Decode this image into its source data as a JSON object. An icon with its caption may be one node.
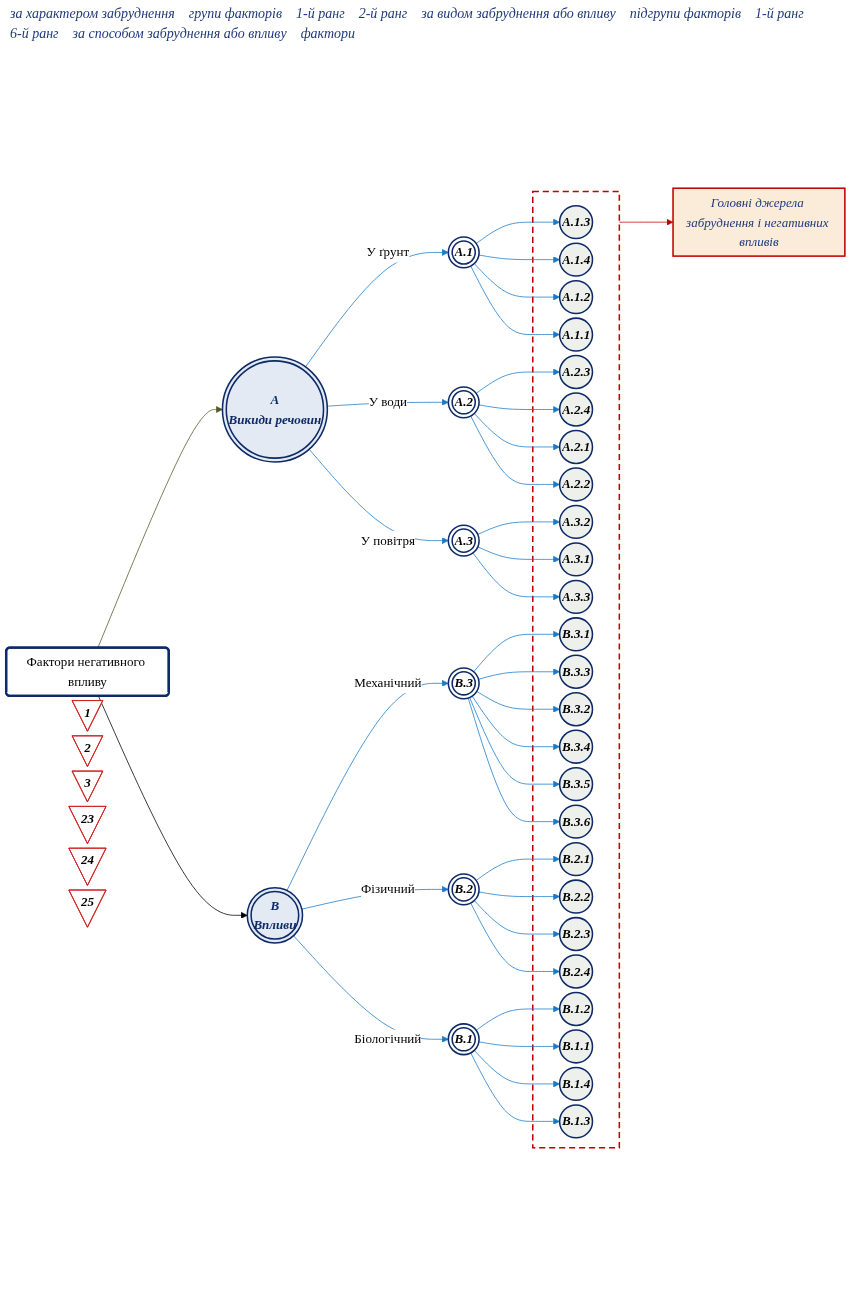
{
  "diagram": {
    "nodes": [
      {
        "text": [
          "Фактори негативного впливу"
        ]
      },
      {
        "text": [
          "A",
          "Викиди речовин"
        ]
      },
      {
        "text": [
          "B",
          "Впливи"
        ]
      },
      {
        "text": [
          "A.1"
        ]
      },
      {
        "text": [
          "A.2"
        ]
      },
      {
        "text": [
          "A.3"
        ]
      },
      {
        "text": [
          "B.3"
        ]
      },
      {
        "text": [
          "B.2"
        ]
      },
      {
        "text": [
          "B.1"
        ]
      },
      {
        "text": [],
        "shape": "box"
      },
      {
        "text": [
          "A.1.3"
        ],
        "in": 9
      },
      {
        "text": [
          "A.1.4"
        ],
        "in": 9
      },
      {
        "text": [
          "A.1.2"
        ],
        "in": 9
      },
      {
        "text": [
          "A.1.1"
        ],
        "in": 9
      },
      {
        "text": [
          "A.2.3"
        ],
        "in": 9
      },
      {
        "text": [
          "A.2.4"
        ],
        "in": 9
      },
      {
        "text": [
          "A.2.1"
        ],
        "in": 9
      },
      {
        "text": [
          "A.2.2"
        ],
        "in": 9
      },
      {
        "text": [
          "A.3.2"
        ],
        "in": 9
      },
      {
        "text": [
          "A.3.1"
        ],
        "in": 9
      },
      {
        "text": [
          "A.3.3"
        ],
        "in": 9
      },
      {
        "text": [
          "B.3.1"
        ],
        "in": 9
      },
      {
        "text": [
          "B.3.3"
        ],
        "in": 9
      },
      {
        "text": [
          "B.3.2"
        ],
        "in": 9
      },
      {
        "text": [
          "B.3.4"
        ],
        "in": 9
      },
      {
        "text": [
          "B.3.5"
        ],
        "in": 9
      },
      {
        "text": [
          "B.3.6"
        ],
        "in": 9
      },
      {
        "text": [
          "B.2.1"
        ],
        "in": 9
      },
      {
        "text": [
          "B.2.2"
        ],
        "in": 9
      },
      {
        "text": [
          "B.2.3"
        ],
        "in": 9
      },
      {
        "text": [
          "B.2.4"
        ],
        "in": 9
      },
      {
        "text": [
          "B.1.2"
        ],
        "in": 9
      },
      {
        "text": [
          "B.1.1"
        ],
        "in": 9
      },
      {
        "text": [
          "B.1.4"
        ],
        "in": 9
      },
      {
        "text": [
          "B.1.3"
        ],
        "in": 9
      },
      {
        "text": [
          "1"
        ]
      },
      {
        "text": [
          "2"
        ]
      },
      {
        "text": [
          "3"
        ]
      },
      {
        "text": [
          "23"
        ]
      },
      {
        "text": [
          "24"
        ]
      },
      {
        "text": [
          "25"
        ]
      },
      {
        "text": [
          "Головні джерела забруднення і негативних впливів"
        ]
      }
    ],
    "edges": [
      {
        "from": 0,
        "to": 1,
        "arrow": "to",
        "color": "#4f5a2a"
      },
      {
        "from": 0,
        "to": 2,
        "arrow": "to",
        "color": "#000000"
      },
      {
        "from": 1,
        "to": 3,
        "arrow": "to",
        "label": "У ґрунт"
      },
      {
        "from": 1,
        "to": 4,
        "arrow": "to",
        "label": "У води"
      },
      {
        "from": 1,
        "to": 5,
        "arrow": "to",
        "label": "У повітря"
      },
      {
        "from": 2,
        "to": 6,
        "arrow": "to",
        "label": "Механічний"
      },
      {
        "from": 2,
        "to": 7,
        "arrow": "to",
        "label": "Фізичний"
      },
      {
        "from": 2,
        "to": 8,
        "arrow": "to",
        "label": "Біологічний"
      },
      {
        "from": 3,
        "to": 10,
        "arrow": "to"
      },
      {
        "from": 3,
        "to": 11,
        "arrow": "to"
      },
      {
        "from": 3,
        "to": 12,
        "arrow": "to"
      },
      {
        "from": 3,
        "to": 13,
        "arrow": "to"
      },
      {
        "from": 4,
        "to": 14,
        "arrow": "to"
      },
      {
        "from": 4,
        "to": 15,
        "arrow": "to"
      },
      {
        "from": 4,
        "to": 16,
        "arrow": "to"
      },
      {
        "from": 4,
        "to": 17,
        "arrow": "to"
      },
      {
        "from": 5,
        "to": 18,
        "arrow": "to"
      },
      {
        "from": 5,
        "to": 19,
        "arrow": "to"
      },
      {
        "from": 5,
        "to": 20,
        "arrow": "to"
      },
      {
        "from": 6,
        "to": 21,
        "arrow": "to"
      },
      {
        "from": 6,
        "to": 22,
        "arrow": "to"
      },
      {
        "from": 6,
        "to": 23,
        "arrow": "to"
      },
      {
        "from": 6,
        "to": 24,
        "arrow": "to"
      },
      {
        "from": 6,
        "to": 25,
        "arrow": "to"
      },
      {
        "from": 6,
        "to": 26,
        "arrow": "to"
      },
      {
        "from": 7,
        "to": 27,
        "arrow": "to"
      },
      {
        "from": 7,
        "to": 28,
        "arrow": "to"
      },
      {
        "from": 7,
        "to": 29,
        "arrow": "to"
      },
      {
        "from": 7,
        "to": 30,
        "arrow": "to"
      },
      {
        "from": 8,
        "to": 31,
        "arrow": "to"
      },
      {
        "from": 8,
        "to": 32,
        "arrow": "to"
      },
      {
        "from": 8,
        "to": 33,
        "arrow": "to"
      },
      {
        "from": 8,
        "to": 34,
        "arrow": "to"
      },
      {
        "from": 9,
        "to": 41,
        "arrow": "to",
        "color": "#c00000"
      }
    ],
    "labels": [
      "за характером забруднення",
      "групи факторів",
      "1-й ранг",
      "2-й ранг",
      "за видом забруднення або впливу",
      "підгрупи факторів",
      "1-й ранг",
      "6-й ранг",
      "за способом забруднення або впливу",
      "фактори"
    ]
  }
}
